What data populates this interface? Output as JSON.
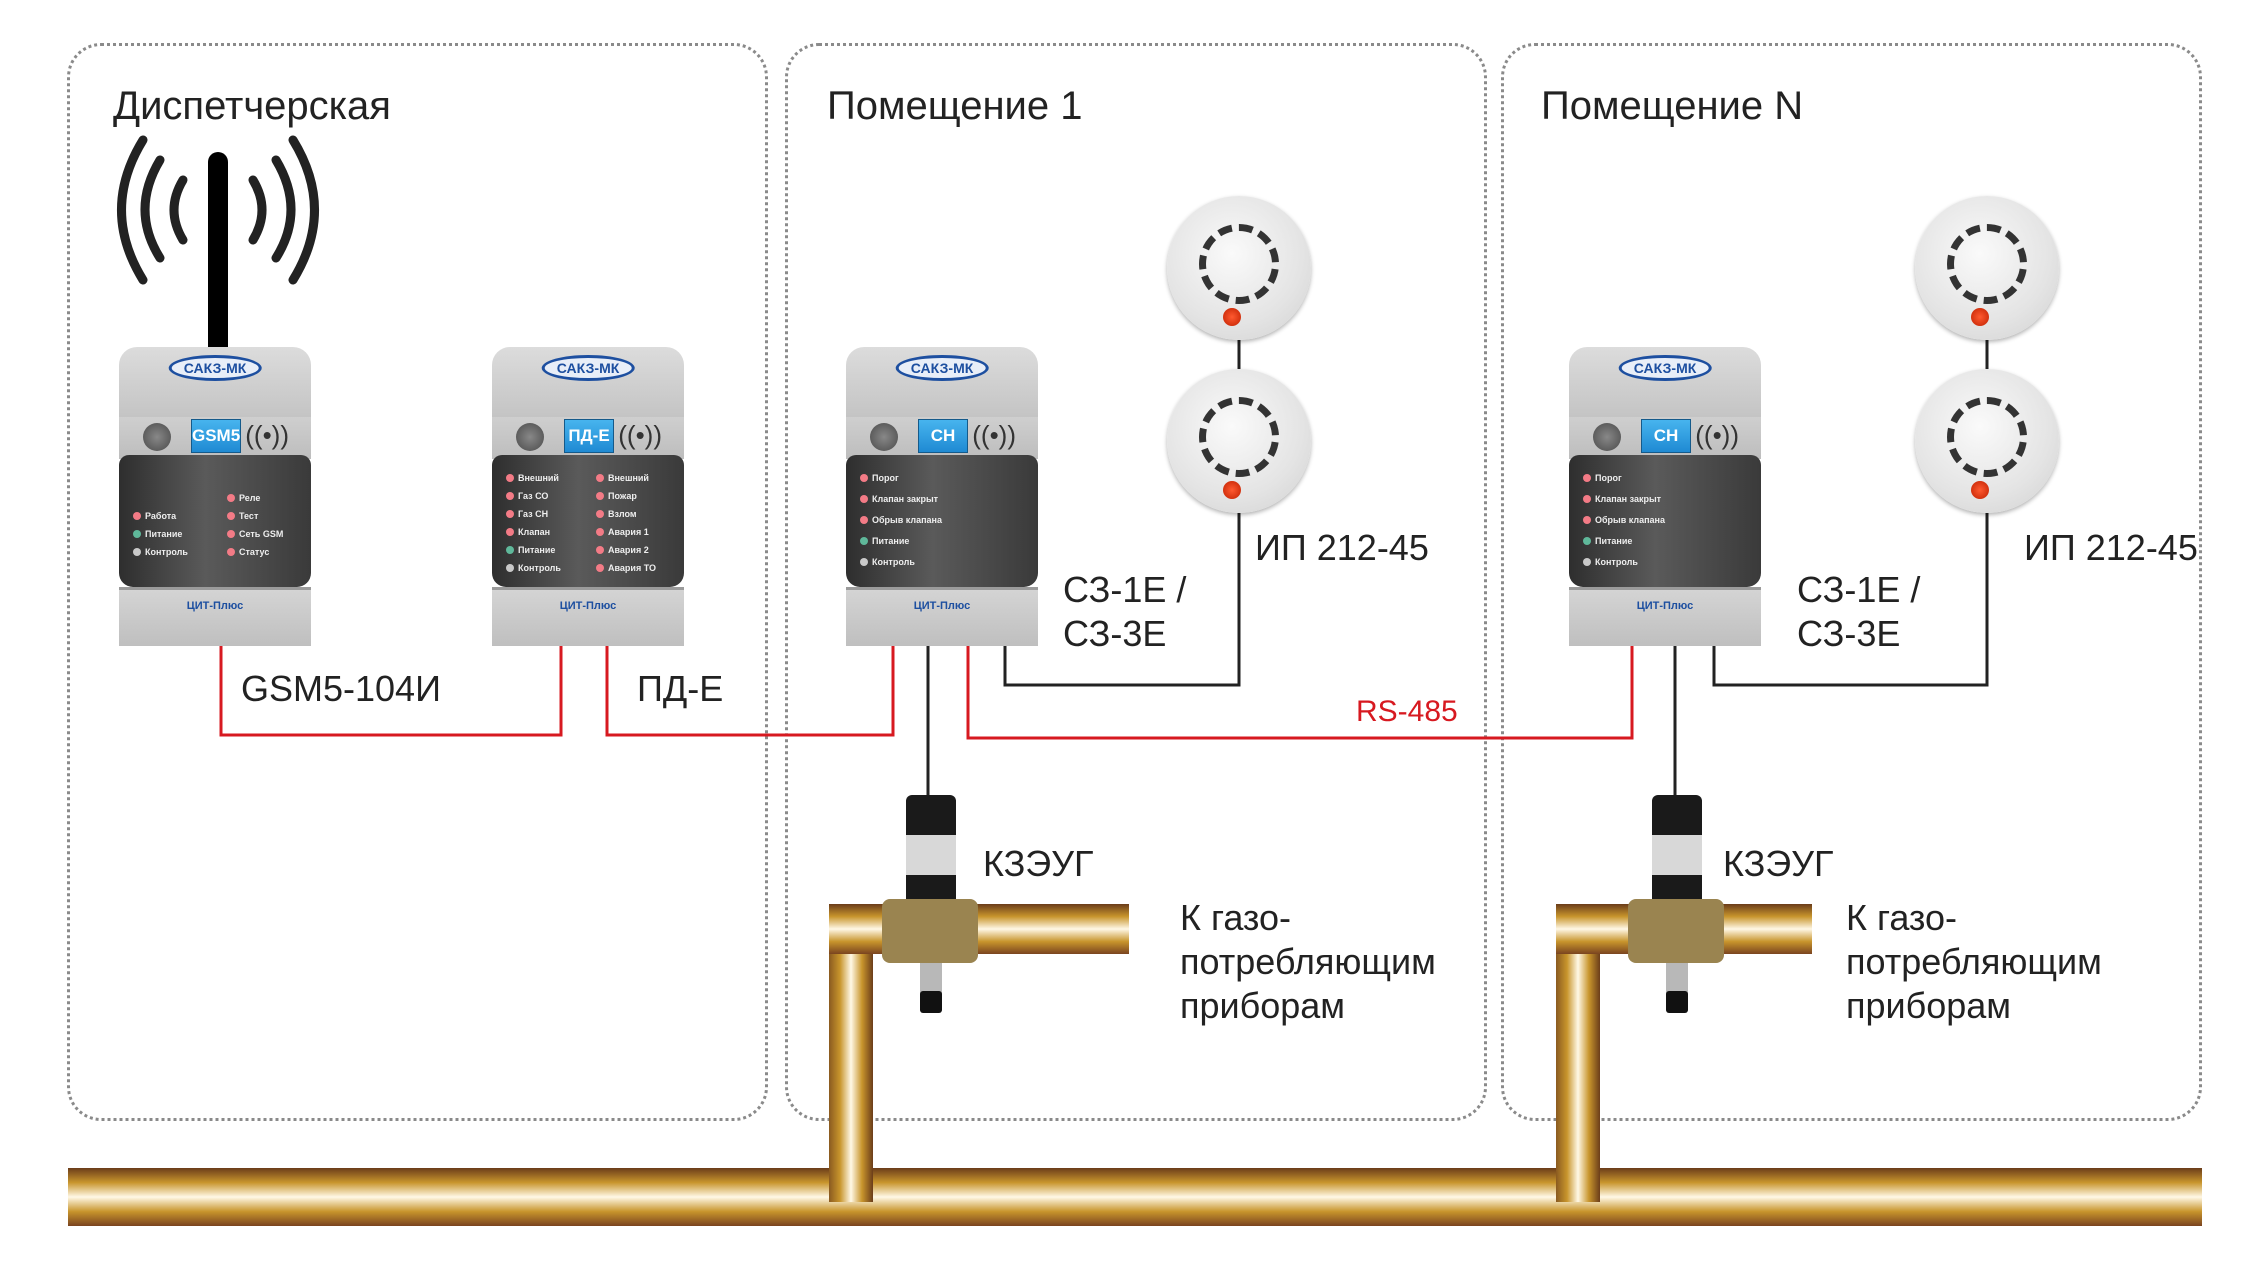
{
  "zones": [
    {
      "title": "Диспетчерская"
    },
    {
      "title": "Помещение 1"
    },
    {
      "title": "Помещение N"
    }
  ],
  "devices": {
    "gsm": {
      "brand": "САКЗ-МК",
      "screen": "GSM5",
      "maker": "ЦИТ-Плюс",
      "label": "GSM5-104И",
      "leds_left": [
        {
          "label": "Работа",
          "color": "red"
        },
        {
          "label": "Питание",
          "color": "green"
        },
        {
          "label": "Контроль",
          "color": "gray"
        }
      ],
      "leds_right": [
        {
          "label": "Реле",
          "color": "red"
        },
        {
          "label": "Тест",
          "color": "red"
        },
        {
          "label": "Сеть GSM",
          "color": "red"
        },
        {
          "label": "Статус",
          "color": "red"
        }
      ]
    },
    "pde": {
      "brand": "САКЗ-МК",
      "screen": "ПД-Е",
      "maker": "ЦИТ-Плюс",
      "label": "ПД-Е",
      "leds_left": [
        {
          "label": "Внешний",
          "color": "red"
        },
        {
          "label": "Газ СО",
          "color": "red"
        },
        {
          "label": "Газ СН",
          "color": "red"
        },
        {
          "label": "Клапан",
          "color": "red"
        },
        {
          "label": "Питание",
          "color": "green"
        },
        {
          "label": "Контроль",
          "color": "gray"
        }
      ],
      "leds_right": [
        {
          "label": "Внешний",
          "color": "red"
        },
        {
          "label": "Пожар",
          "color": "red"
        },
        {
          "label": "Взлом",
          "color": "red"
        },
        {
          "label": "Авария 1",
          "color": "red"
        },
        {
          "label": "Авария 2",
          "color": "red"
        },
        {
          "label": "Авария ТО",
          "color": "red"
        }
      ]
    },
    "ch": {
      "brand": "САКЗ-МК",
      "screen": "СН",
      "maker": "ЦИТ-Плюс",
      "leds": [
        {
          "label": "Порог",
          "color": "red"
        },
        {
          "label": "Клапан закрыт",
          "color": "red"
        },
        {
          "label": "Обрыв клапана",
          "color": "red"
        },
        {
          "label": "Питание",
          "color": "green"
        },
        {
          "label": "Контроль",
          "color": "gray"
        }
      ]
    }
  },
  "labels": {
    "sensor_line1": "СЗ-1Е /",
    "sensor_line2": "СЗ-3Е",
    "detector": "ИП 212-45",
    "valve": "КЗЭУГ",
    "consumer_line1": "К газо-",
    "consumer_line2": "потребляющим",
    "consumer_line3": "приборам",
    "bus": "RS-485"
  },
  "colors": {
    "bus_line": "#d71920",
    "signal_line": "#222222",
    "pipe": "#c8952c",
    "zone_border": "#8a8a8a"
  }
}
